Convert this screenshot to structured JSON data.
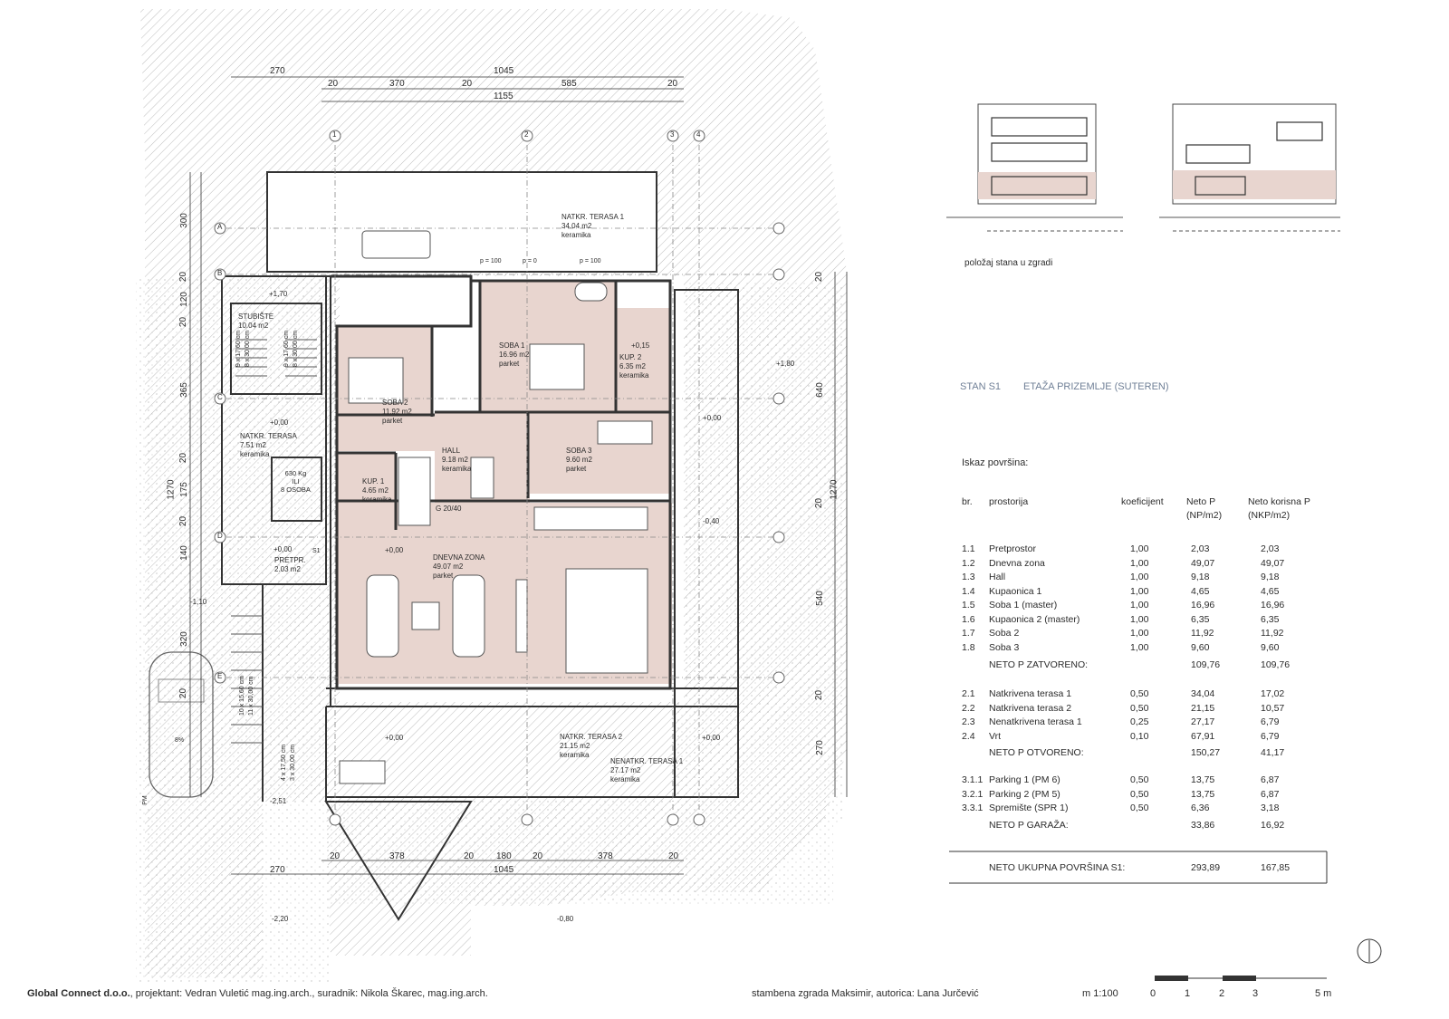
{
  "colors": {
    "room_fill": "#e8d5cf",
    "hatch": "#b8b8b8",
    "line": "#333333",
    "accent_text": "#6f7f96"
  },
  "plan": {
    "dims_top": {
      "r1": [
        "270",
        "1045"
      ],
      "r2": [
        "20",
        "370",
        "20",
        "585",
        "20"
      ],
      "total": "1155"
    },
    "dims_bottom": {
      "r1": [
        "20",
        "378",
        "20",
        "180",
        "20",
        "378",
        "20"
      ],
      "r2": [
        "270",
        "1045"
      ]
    },
    "dims_left": [
      "300",
      "20",
      "120",
      "20",
      "365",
      "20",
      "175",
      "20",
      "140",
      "320",
      "20",
      "1270"
    ],
    "dims_right": [
      "20",
      "640",
      "1270",
      "20",
      "540",
      "20",
      "270"
    ],
    "axes": [
      "1",
      "2",
      "3",
      "4",
      "A",
      "B",
      "C",
      "D",
      "E"
    ],
    "rooms": [
      {
        "name": "NATKR. TERASA 1",
        "area": "34.04 m2",
        "finish": "keramika"
      },
      {
        "name": "STUBIŠTE",
        "area": "10.04 m2",
        "finish": ""
      },
      {
        "name": "SOBA 2",
        "area": "11.92 m2",
        "finish": "parket"
      },
      {
        "name": "SOBA 1",
        "area": "16.96 m2",
        "finish": "parket"
      },
      {
        "name": "KUP. 2",
        "area": "6.35 m2",
        "finish": "keramika"
      },
      {
        "name": "NATKR. TERASA",
        "area": "7.51 m2",
        "finish": "keramika"
      },
      {
        "name": "HALL",
        "area": "9.18 m2",
        "finish": "keramika"
      },
      {
        "name": "SOBA 3",
        "area": "9.60 m2",
        "finish": "parket"
      },
      {
        "name": "KUP. 1",
        "area": "4.65 m2",
        "finish": "keramika"
      },
      {
        "name": "PRETPR.",
        "area": "2.03 m2",
        "finish": ""
      },
      {
        "name": "DNEVNA ZONA",
        "area": "49.07 m2",
        "finish": "parket"
      },
      {
        "name": "NATKR. TERASA 2",
        "area": "21.15 m2",
        "finish": "keramika"
      },
      {
        "name": "NENATKR. TERASA 1",
        "area": "27.17 m2",
        "finish": "keramika"
      }
    ],
    "lift": [
      "630 Kg",
      "ILI",
      "8 OSOBA"
    ],
    "levels": [
      "+1,70",
      "+0,00",
      "+0,00",
      "+0,00",
      "+0,00",
      "+0,15",
      "-0,40",
      "+0,00",
      "+0,00",
      "-1,10",
      "+1,80",
      "-2,20",
      "-0,80",
      "-2,51"
    ],
    "door_tags": [
      "p = 100",
      "p = 0",
      "p = 100"
    ],
    "misc": [
      "G 20/40",
      "S1",
      "8%",
      "PM"
    ],
    "stairs": [
      "9 x 17,60 cm",
      "8 x 30,00 cm",
      "9 x 17,60 cm",
      "8 x 30,00 cm",
      "10 x 15,60 cm",
      "11 x 30,00 cm",
      "4 x 17,50 cm",
      "3 x 30,00 cm"
    ]
  },
  "position_label": "položaj stana u zgradi",
  "heading": {
    "unit": "STAN S1",
    "floor": "ETAŽA PRIZEMLJE (SUTEREN)"
  },
  "table": {
    "title": "Iskaz površina:",
    "headers": {
      "br": "br.",
      "room": "prostorija",
      "coef": "koeficijent",
      "neto": "Neto P",
      "neto_sub": "(NP/m2)",
      "nkp": "Neto korisna P",
      "nkp_sub": "(NKP/m2)"
    },
    "group1": [
      [
        "1.1",
        "Pretprostor",
        "1,00",
        "2,03",
        "2,03"
      ],
      [
        "1.2",
        "Dnevna zona",
        "1,00",
        "49,07",
        "49,07"
      ],
      [
        "1.3",
        "Hall",
        "1,00",
        "9,18",
        "9,18"
      ],
      [
        "1.4",
        "Kupaonica 1",
        "1,00",
        "4,65",
        "4,65"
      ],
      [
        "1.5",
        "Soba 1 (master)",
        "1,00",
        "16,96",
        "16,96"
      ],
      [
        "1.6",
        "Kupaonica 2 (master)",
        "1,00",
        "6,35",
        "6,35"
      ],
      [
        "1.7",
        "Soba 2",
        "1,00",
        "11,92",
        "11,92"
      ],
      [
        "1.8",
        "Soba 3",
        "1,00",
        "9,60",
        "9,60"
      ]
    ],
    "total1": [
      "NETO P ZATVORENO:",
      "109,76",
      "109,76"
    ],
    "group2": [
      [
        "2.1",
        "Natkrivena terasa 1",
        "0,50",
        "34,04",
        "17,02"
      ],
      [
        "2.2",
        "Natkrivena terasa 2",
        "0,50",
        "21,15",
        "10,57"
      ],
      [
        "2.3",
        "Nenatkrivena terasa 1",
        "0,25",
        "27,17",
        "6,79"
      ],
      [
        "2.4",
        "Vrt",
        "0,10",
        "67,91",
        "6,79"
      ]
    ],
    "total2": [
      "NETO P OTVORENO:",
      "150,27",
      "41,17"
    ],
    "group3": [
      [
        "3.1.1",
        "Parking 1 (PM 6)",
        "0,50",
        "13,75",
        "6,87"
      ],
      [
        "3.2.1",
        "Parking 2 (PM 5)",
        "0,50",
        "13,75",
        "6,87"
      ],
      [
        "3.3.1",
        "Spremište (SPR 1)",
        "0,50",
        "6,36",
        "3,18"
      ]
    ],
    "total3": [
      "NETO P GARAŽA:",
      "33,86",
      "16,92"
    ],
    "grand": [
      "NETO UKUPNA POVRŠINA S1:",
      "293,89",
      "167,85"
    ]
  },
  "footer": {
    "company": "Global Connect d.o.o.",
    "credits": ", projektant: Vedran Vuletić mag.ing.arch., suradnik: Nikola Škarec, mag.ing.arch.",
    "project": "stambena zgrada Maksimir, autorica: Lana Jurčević",
    "scale": "m 1:100",
    "ticks": [
      "0",
      "1",
      "2",
      "3",
      "5 m"
    ]
  }
}
